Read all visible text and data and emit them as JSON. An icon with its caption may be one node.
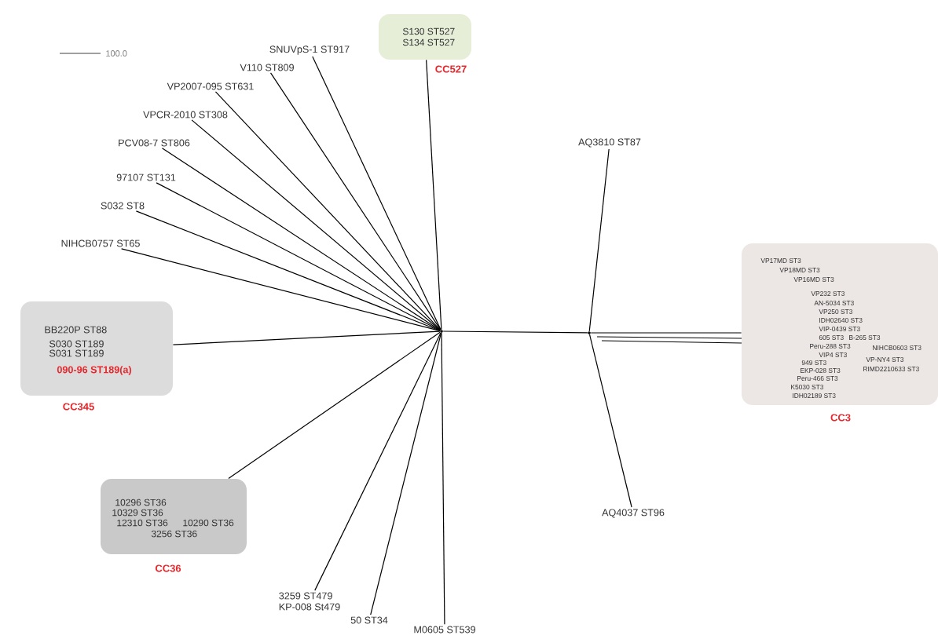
{
  "diagram": {
    "nodes": [
      {
        "text": [
          "S130 ST527",
          "S134 ST527"
        ],
        "beside": [
          "CC527"
        ]
      },
      {
        "text": [
          "SNUVpS-1 ST917"
        ]
      },
      {
        "text": [
          "V110 ST809"
        ]
      },
      {
        "text": [
          "VP2007-095 ST631"
        ]
      },
      {
        "text": [
          "VPCR-2010 ST308"
        ]
      },
      {
        "text": [
          "PCV08-7 ST806"
        ]
      },
      {
        "text": [
          "97107 ST131"
        ]
      },
      {
        "text": [
          "S032 ST8"
        ]
      },
      {
        "text": [
          "NIHCB0757 ST65"
        ]
      },
      {
        "text": [
          "AQ3810 ST87"
        ]
      },
      {
        "text": [
          "BB220P ST88",
          "S030 ST189",
          "S031 ST189",
          "090-96 ST189(a)"
        ],
        "beside": [
          "CC345"
        ]
      },
      {
        "text": [],
        "shape": "circle"
      },
      {
        "text": [],
        "shape": "circle"
      },
      {
        "text": [
          "VP17MD ST3",
          "VP18MD ST3",
          "VP16MD ST3",
          "VP232 ST3",
          "AN-5034 ST3",
          "VP250 ST3",
          "IDH02640 ST3",
          "VIP-0439 ST3",
          "605 ST3",
          "B-265 ST3",
          "Peru-288 ST3",
          "NIHCB0603 ST3",
          "VIP4 ST3",
          "949 ST3",
          "VP-NY4 ST3",
          "EKP-028 ST3",
          "RIMD2210633 ST3",
          "Peru-466 ST3",
          "K5030 ST3",
          "IDH02189 ST3"
        ],
        "beside": [
          "CC3"
        ]
      },
      {
        "text": [
          "10296 ST36",
          "10329 ST36",
          "12310 ST36",
          "10290 ST36",
          "3256 ST36"
        ],
        "beside": [
          "CC36"
        ]
      },
      {
        "text": [
          "AQ4037 ST96"
        ]
      },
      {
        "text": [
          "3259 ST479",
          "KP-008 St479"
        ]
      },
      {
        "text": [
          "50 ST34"
        ]
      },
      {
        "text": [
          "M0605 ST539"
        ]
      }
    ],
    "edges": [
      {
        "from": 11,
        "to": 0,
        "arrow": "none"
      },
      {
        "from": 11,
        "to": 1,
        "arrow": "none"
      },
      {
        "from": 11,
        "to": 2,
        "arrow": "none"
      },
      {
        "from": 11,
        "to": 3,
        "arrow": "none"
      },
      {
        "from": 11,
        "to": 4,
        "arrow": "none"
      },
      {
        "from": 11,
        "to": 5,
        "arrow": "none"
      },
      {
        "from": 11,
        "to": 6,
        "arrow": "none"
      },
      {
        "from": 11,
        "to": 7,
        "arrow": "none"
      },
      {
        "from": 11,
        "to": 8,
        "arrow": "none"
      },
      {
        "from": 11,
        "to": 10,
        "arrow": "none"
      },
      {
        "from": 11,
        "to": 14,
        "arrow": "none"
      },
      {
        "from": 11,
        "to": 16,
        "arrow": "none"
      },
      {
        "from": 11,
        "to": 17,
        "arrow": "none"
      },
      {
        "from": 11,
        "to": 18,
        "arrow": "none"
      },
      {
        "from": 11,
        "to": 12,
        "arrow": "none"
      },
      {
        "from": 12,
        "to": 9,
        "arrow": "none"
      },
      {
        "from": 12,
        "to": 15,
        "arrow": "none"
      },
      {
        "from": 12,
        "to": 13,
        "arrow": "none"
      }
    ],
    "labels": [
      "100.0"
    ]
  }
}
